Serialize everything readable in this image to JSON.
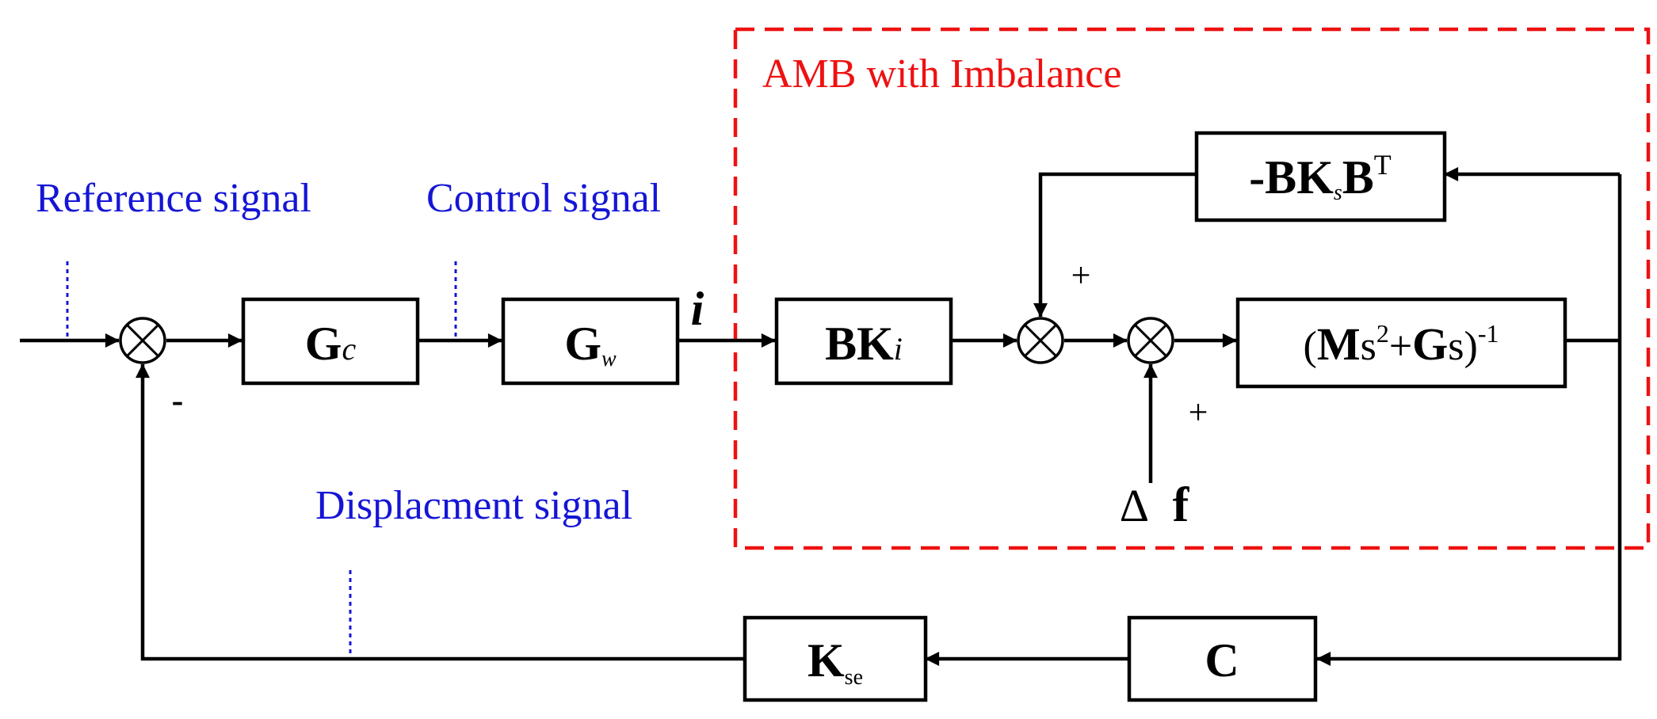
{
  "region": {
    "label": "AMB with Imbalance",
    "color": "#ee1111"
  },
  "annotations": {
    "reference": "Reference signal",
    "control": "Control signal",
    "displacement": "Displacment signal",
    "color": "#1515d6"
  },
  "blocks": {
    "gc": {
      "base": "G",
      "sub": "c"
    },
    "gw": {
      "base": "G",
      "sub": "w"
    },
    "bki": {
      "base": "BK",
      "sub": "i"
    },
    "feedback": {
      "pre": "-BK",
      "sub": "s",
      "mid": "B",
      "sup": "T"
    },
    "plant": {
      "open": "(",
      "m": "M",
      "s1": "s",
      "sup1": "2",
      "plus": "+",
      "g": "G",
      "s2": "s",
      "close": ")",
      "sup2": "-1"
    },
    "c": {
      "base": "C"
    },
    "kse": {
      "base": "K",
      "sub": "se"
    }
  },
  "signals": {
    "current": "i",
    "disturbance_delta": "Δ",
    "disturbance_f": "f"
  },
  "signs": {
    "minus": "-",
    "plus_top": "+",
    "plus_bottom": "+"
  }
}
